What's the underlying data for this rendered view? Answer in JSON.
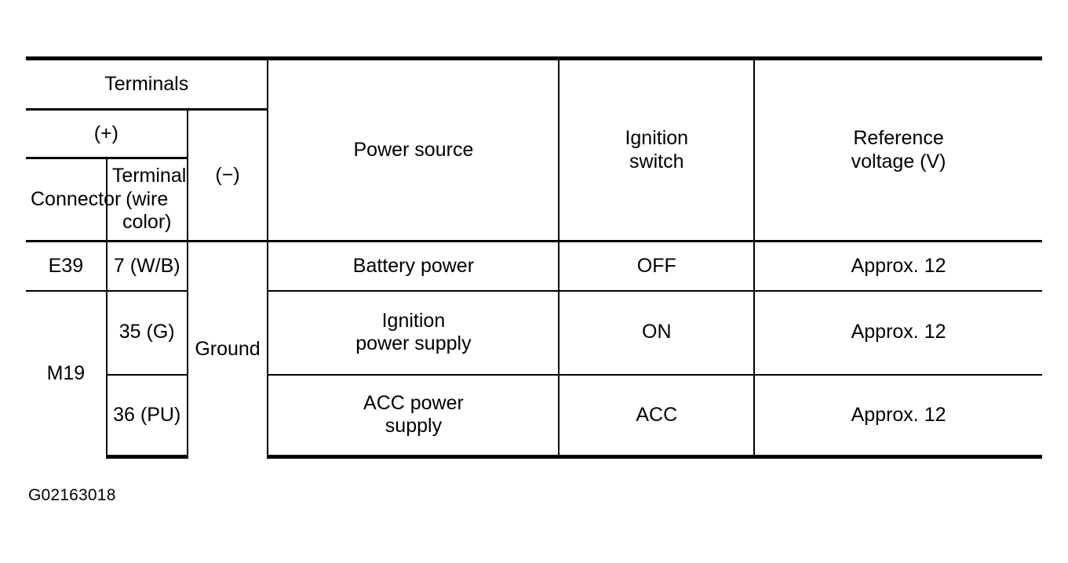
{
  "figure": {
    "caption": "G02163018"
  },
  "table": {
    "header": {
      "terminals_group": "Terminals",
      "positive_group": "(+)",
      "negative": "(−)",
      "connector": "Connector",
      "terminal_line1": "Terminal",
      "terminal_line2": "(wire color)",
      "power_source": "Power source",
      "ignition_switch_line1": "Ignition",
      "ignition_switch_line2": "switch",
      "reference_voltage_line1": "Reference",
      "reference_voltage_line2": "voltage (V)"
    },
    "ground_cell": "Ground",
    "rows": [
      {
        "connector": "E39",
        "terminal": "7 (W/B)",
        "negative": "Ground",
        "power_source_line1": "Battery power",
        "power_source_line2": "",
        "ignition_switch": "OFF",
        "reference_voltage": "Approx. 12"
      },
      {
        "connector": "M19",
        "terminal": "35 (G)",
        "negative": "Ground",
        "power_source_line1": "Ignition",
        "power_source_line2": "power supply",
        "ignition_switch": "ON",
        "reference_voltage": "Approx. 12"
      },
      {
        "connector": "M19",
        "terminal": "36 (PU)",
        "negative": "Ground",
        "power_source_line1": "ACC power",
        "power_source_line2": "supply",
        "ignition_switch": "ACC",
        "reference_voltage": "Approx. 12"
      }
    ]
  }
}
